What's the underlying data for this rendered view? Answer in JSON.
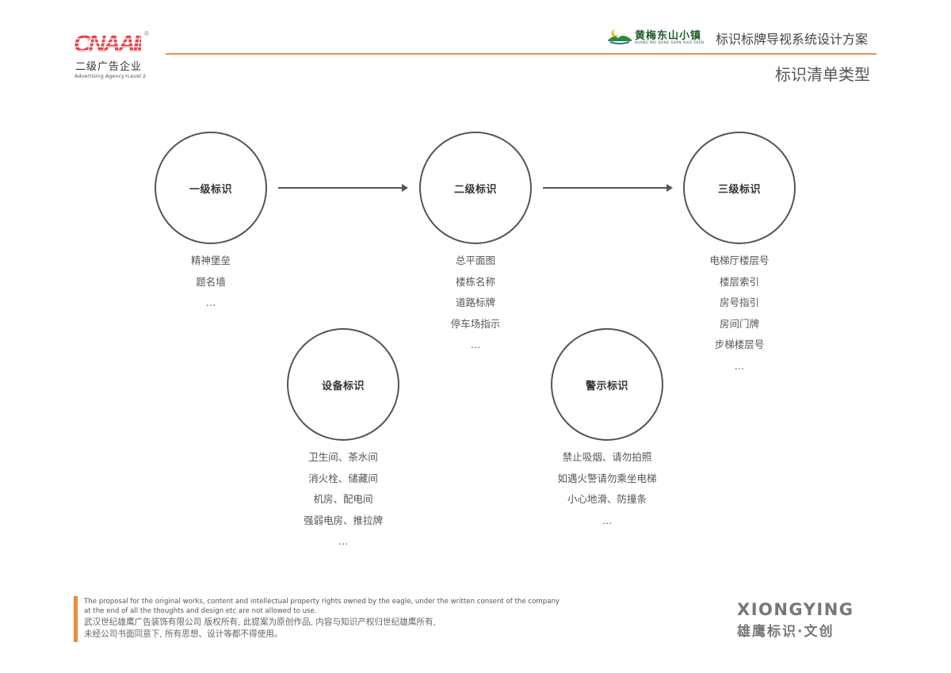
{
  "header": {
    "left_logo": {
      "mark": "CNAA",
      "roman": "II",
      "registered": "®",
      "cn_text": "二级广告企业",
      "en_text": "Advertising Agency•Level 2"
    },
    "brand_logo": {
      "name_cn": "黄梅东山小镇",
      "name_pinyin": "HUANG MEI DONG SHAN XIAO ZHEN"
    },
    "document_title": "标识标牌导视系统设计方案",
    "page_title": "标识清单类型",
    "accent_color": "#e8924e"
  },
  "diagram": {
    "nodes": [
      {
        "id": "level1",
        "label": "一级标识",
        "items": [
          "精神堡垒",
          "题名墙",
          "…"
        ]
      },
      {
        "id": "level2",
        "label": "二级标识",
        "items": [
          "总平面图",
          "楼栋名称",
          "道路标牌",
          "停车场指示",
          "…"
        ]
      },
      {
        "id": "level3",
        "label": "三级标识",
        "items": [
          "电梯厅楼层号",
          "楼层索引",
          "房号指引",
          "房间门牌",
          "步梯楼层号",
          "…"
        ]
      },
      {
        "id": "equipment",
        "label": "设备标识",
        "items": [
          "卫生间、茶水间",
          "消火栓、储藏间",
          "机房、配电间",
          "强弱电房、推拉牌",
          "…"
        ]
      },
      {
        "id": "warning",
        "label": "警示标识",
        "items": [
          "禁止吸烟、请勿拍照",
          "如遇火警请勿乘坐电梯",
          "小心地滑、防撞条",
          "…"
        ]
      }
    ],
    "edges": [
      {
        "from": "level1",
        "to": "level2"
      },
      {
        "from": "level2",
        "to": "level3"
      }
    ]
  },
  "footer": {
    "disclaimer_en": "The proposal for the original works, content and intellectual property rights owned by the eagle, under the written consent of the company at the end of all the thoughts and design etc are not allowed to use.",
    "disclaimer_cn_line1": "武汉世纪雄鹰广告装饰有限公司  版权所有, 此提案为原创作品, 内容与知识产权归世纪雄鹰所有,",
    "disclaimer_cn_line2": "未经公司书面同意下, 所有思想、设计等都不得使用。",
    "brand_en": "XIONGYING",
    "brand_cn": "雄鹰标识·文创",
    "accent_color": "#ef8a3a"
  }
}
